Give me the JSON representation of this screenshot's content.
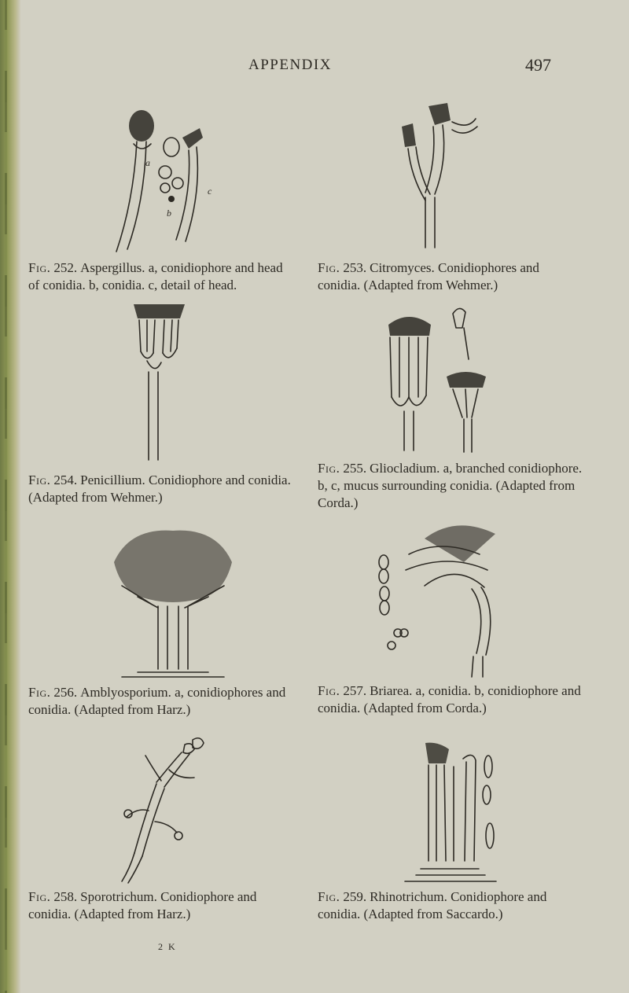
{
  "header": {
    "running_head": "APPENDIX",
    "page_number": "497"
  },
  "figures": [
    {
      "label": "Fig.",
      "number": "252.",
      "text": "Aspergillus. a, conidiophore and head of conidia. b, conidia. c, detail of head.",
      "letters": [
        "a",
        "b",
        "c"
      ]
    },
    {
      "label": "Fig.",
      "number": "253.",
      "text": "Citromyces. Conidiophores and conidia. (Adapted from Wehmer.)"
    },
    {
      "label": "Fig.",
      "number": "254.",
      "text": "Penicillium. Conidiophore and conidia. (Adapted from Wehmer.)"
    },
    {
      "label": "Fig.",
      "number": "255.",
      "text": "Gliocladium. a, branched conidiophore. b, c, mucus surrounding conidia. (Adapted from Corda.)"
    },
    {
      "label": "Fig.",
      "number": "256.",
      "text": "Amblyosporium. a, conidiophores and conidia. (Adapted from Harz.)"
    },
    {
      "label": "Fig.",
      "number": "257.",
      "text": "Briarea. a, conidia. b, conidiophore and conidia. (Adapted from Corda.)"
    },
    {
      "label": "Fig.",
      "number": "258.",
      "text": "Sporotrichum. Conidiophore and conidia. (Adapted from Harz.)"
    },
    {
      "label": "Fig.",
      "number": "259.",
      "text": "Rhinotrichum. Conidiophore and conidia. (Adapted from Saccardo.)"
    }
  ],
  "signature_mark": "2 K"
}
